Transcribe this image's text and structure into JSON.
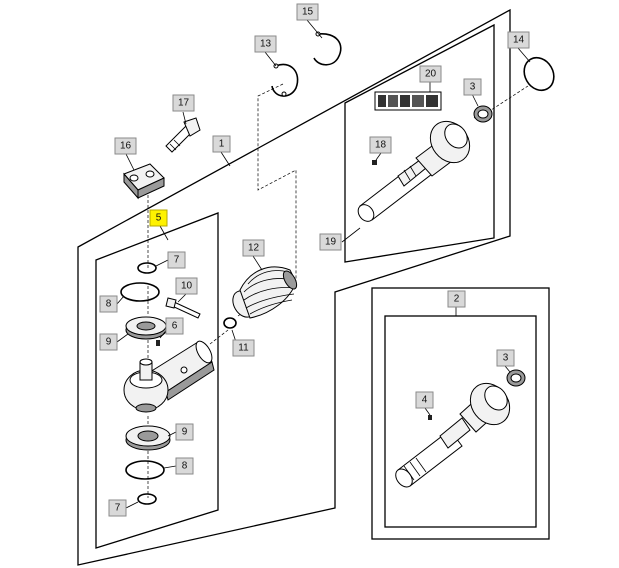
{
  "callouts": {
    "c1": "1",
    "c2": "2",
    "c3a": "3",
    "c3b": "3",
    "c4": "4",
    "c5": "5",
    "c6": "6",
    "c7a": "7",
    "c7b": "7",
    "c8a": "8",
    "c8b": "8",
    "c9a": "9",
    "c9b": "9",
    "c10": "10",
    "c11": "11",
    "c12": "12",
    "c13": "13",
    "c14": "14",
    "c15": "15",
    "c16": "16",
    "c17": "17",
    "c18": "18",
    "c19": "19",
    "c20": "20"
  },
  "highlight_color": "#fff200"
}
